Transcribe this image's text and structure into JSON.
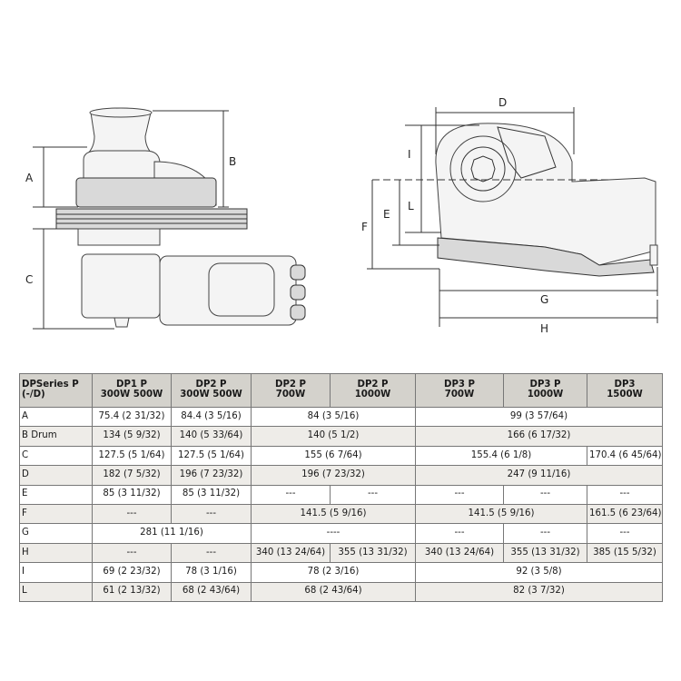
{
  "diagram": {
    "labels": {
      "a": "A",
      "b": "B",
      "c": "C",
      "d": "D",
      "e": "E",
      "f": "F",
      "g": "G",
      "h": "H",
      "i": "I",
      "l": "L"
    }
  },
  "table": {
    "header": {
      "col0": [
        "DPSeries P",
        "(-/D)"
      ],
      "col1": [
        "DP1 P",
        "300W 500W"
      ],
      "col2": [
        "DP2 P",
        "300W 500W"
      ],
      "col3": [
        "DP2 P",
        "700W"
      ],
      "col4": [
        "DP2 P",
        "1000W"
      ],
      "col5": [
        "DP3 P",
        "700W"
      ],
      "col6": [
        "DP3 P",
        "1000W"
      ],
      "col7": [
        "DP3",
        "1500W"
      ]
    },
    "rows": [
      {
        "label": "A",
        "cells": [
          "75.4 (2 31/32)",
          "84.4 (3 5/16)",
          "84 (3 5/16)",
          "99 (3 57/64)"
        ]
      },
      {
        "label": "B Drum",
        "cells": [
          "134 (5 9/32)",
          "140 (5 33/64)",
          "140 (5 1/2)",
          "166 (6 17/32)"
        ]
      },
      {
        "label": "C",
        "cells": [
          "127.5 (5 1/64)",
          "127.5 (5 1/64)",
          "155 (6 7/64)",
          "155.4 (6 1/8)",
          "170.4 (6 45/64)"
        ]
      },
      {
        "label": "D",
        "cells": [
          "182 (7 5/32)",
          "196 (7 23/32)",
          "196 (7 23/32)",
          "247 (9 11/16)"
        ]
      },
      {
        "label": "E",
        "cells": [
          "85 (3 11/32)",
          "85 (3 11/32)",
          "---",
          "---",
          "---",
          "---",
          "---"
        ]
      },
      {
        "label": "F",
        "cells": [
          "---",
          "---",
          "141.5 (5 9/16)",
          "141.5 (5 9/16)",
          "161.5 (6 23/64)"
        ]
      },
      {
        "label": "G",
        "cells": [
          "281 (11 1/16)",
          "----",
          "---",
          "---",
          "---"
        ]
      },
      {
        "label": "H",
        "cells": [
          "---",
          "---",
          "340 (13 24/64)",
          "355 (13 31/32)",
          "340 (13 24/64)",
          "355 (13 31/32)",
          "385 (15 5/32)"
        ]
      },
      {
        "label": "I",
        "cells": [
          "69 (2 23/32)",
          "78 (3 1/16)",
          "78 (2 3/16)",
          "92 (3 5/8)"
        ]
      },
      {
        "label": "L",
        "cells": [
          "61 (2 13/32)",
          "68 (2 43/64)",
          "68 (2 43/64)",
          "82 (3 7/32)"
        ]
      }
    ]
  }
}
